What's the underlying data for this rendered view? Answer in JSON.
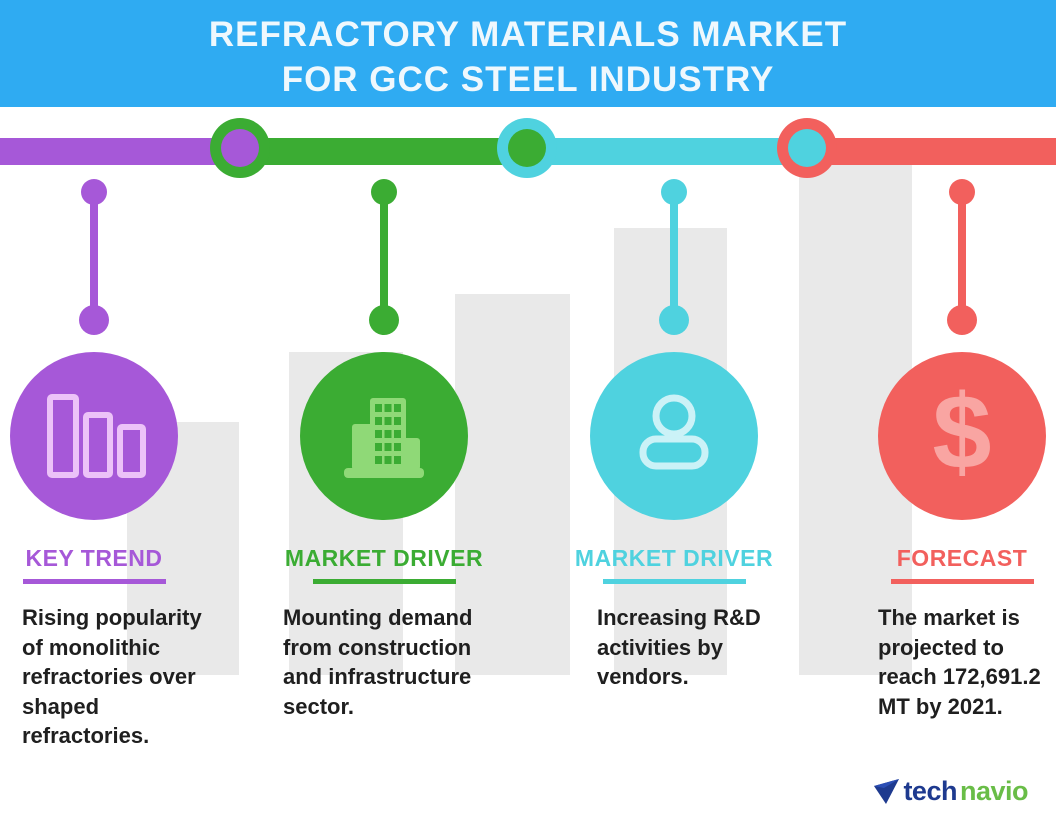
{
  "banner": {
    "title": "REFRACTORY MATERIALS MARKET\nFOR GCC STEEL INDUSTRY",
    "background": "#2FABF2",
    "text_color": "#EFF8FD"
  },
  "timeline": {
    "segments": [
      {
        "name": "purple-segment",
        "color": "#A658D8"
      },
      {
        "name": "green-segment",
        "color": "#3BAC33"
      },
      {
        "name": "cyan-segment",
        "color": "#4FD2DF"
      },
      {
        "name": "red-segment",
        "color": "#F2605D"
      }
    ],
    "junctions": [
      {
        "ring_color": "#3BAC33",
        "fill_color": "#A658D8"
      },
      {
        "ring_color": "#4FD2DF",
        "fill_color": "#3BAC33"
      },
      {
        "ring_color": "#F2605D",
        "fill_color": "#4FD2DF"
      }
    ]
  },
  "columns": [
    {
      "heading": "KEY TREND",
      "body": "Rising popularity\nof monolithic\nrefractories over\nshaped\nrefractories.",
      "color": "#A658D8",
      "icon_color": "#ECC2F8",
      "icon": "bar-chart-icon"
    },
    {
      "heading": "MARKET DRIVER",
      "body": "Mounting demand\nfrom construction\nand infrastructure\nsector.",
      "color": "#3BAC33",
      "icon_color": "#8FD977",
      "icon": "building-icon"
    },
    {
      "heading": "MARKET DRIVER",
      "body": "Increasing R&D\nactivities by\nvendors.",
      "color": "#4FD2DF",
      "icon_color": "#CBF2F7",
      "icon": "person-icon"
    },
    {
      "heading": "FORECAST",
      "body": "The market is\nprojected to\nreach 172,691.2\nMT by 2021.",
      "color": "#F2605D",
      "icon_color": "#F9A5A2",
      "icon": "dollar-icon",
      "dollar_glyph": "$"
    }
  ],
  "background_chart": {
    "description": "decorative ascending gray bar chart",
    "bar_color": "#E9E9E9"
  },
  "logo": {
    "text_primary": "tech",
    "text_secondary": "navio",
    "primary_color": "#1E3A8F",
    "secondary_color": "#69BD47"
  }
}
